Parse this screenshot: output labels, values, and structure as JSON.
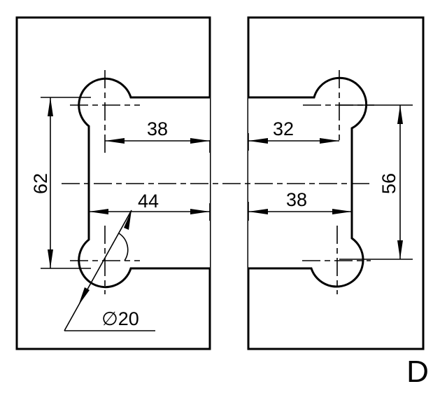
{
  "drawing": {
    "label": "D",
    "dimensions": {
      "left_height": "62",
      "right_height": "56",
      "left_top_width": "38",
      "right_top_width": "32",
      "left_bottom_width": "44",
      "right_bottom_width": "38",
      "hole_diameter": "∅20"
    },
    "colors": {
      "glass": "#c3e2f4",
      "glass_highlight": "#eef7fc",
      "line": "#000000"
    }
  }
}
